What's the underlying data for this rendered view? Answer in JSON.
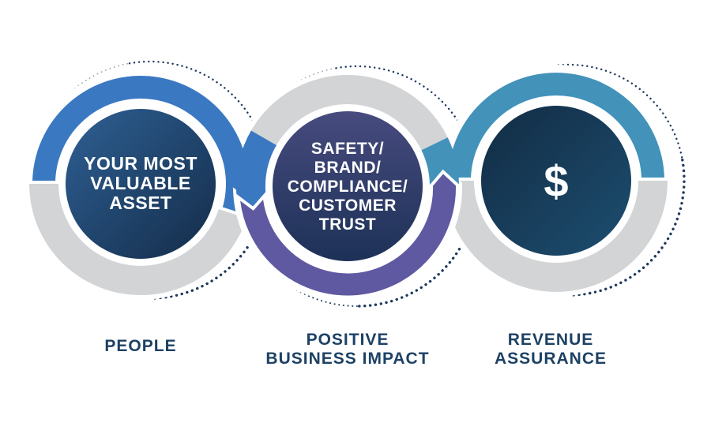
{
  "diagram": {
    "colors": {
      "blue": "#3a78c2",
      "gray": "#d2d4d6",
      "purple": "#5f59a1",
      "teal": "#4292ba",
      "dot_dark": "#1e3a5f",
      "dot_light": "#9fa8b2",
      "label_text": "#1d4164",
      "inner_text": "#ffffff",
      "inner1_from": "#2e6094",
      "inner1_to": "#142c49",
      "inner2_from": "#474b7e",
      "inner2_to": "#1d3157",
      "inner3_from": "#122c44",
      "inner3_to": "#1d4e70"
    },
    "circles": [
      {
        "id": "people",
        "inner_lines": [
          "YOUR MOST",
          "VALUABLE",
          "ASSET"
        ],
        "label_lines": [
          "PEOPLE"
        ]
      },
      {
        "id": "positive-business-impact",
        "inner_lines": [
          "SAFETY/",
          "BRAND/",
          "COMPLIANCE/",
          "CUSTOMER",
          "TRUST"
        ],
        "label_lines": [
          "POSITIVE",
          "BUSINESS IMPACT"
        ]
      },
      {
        "id": "revenue-assurance",
        "inner_symbol": "$",
        "label_lines": [
          "REVENUE",
          "ASSURANCE"
        ]
      }
    ]
  }
}
